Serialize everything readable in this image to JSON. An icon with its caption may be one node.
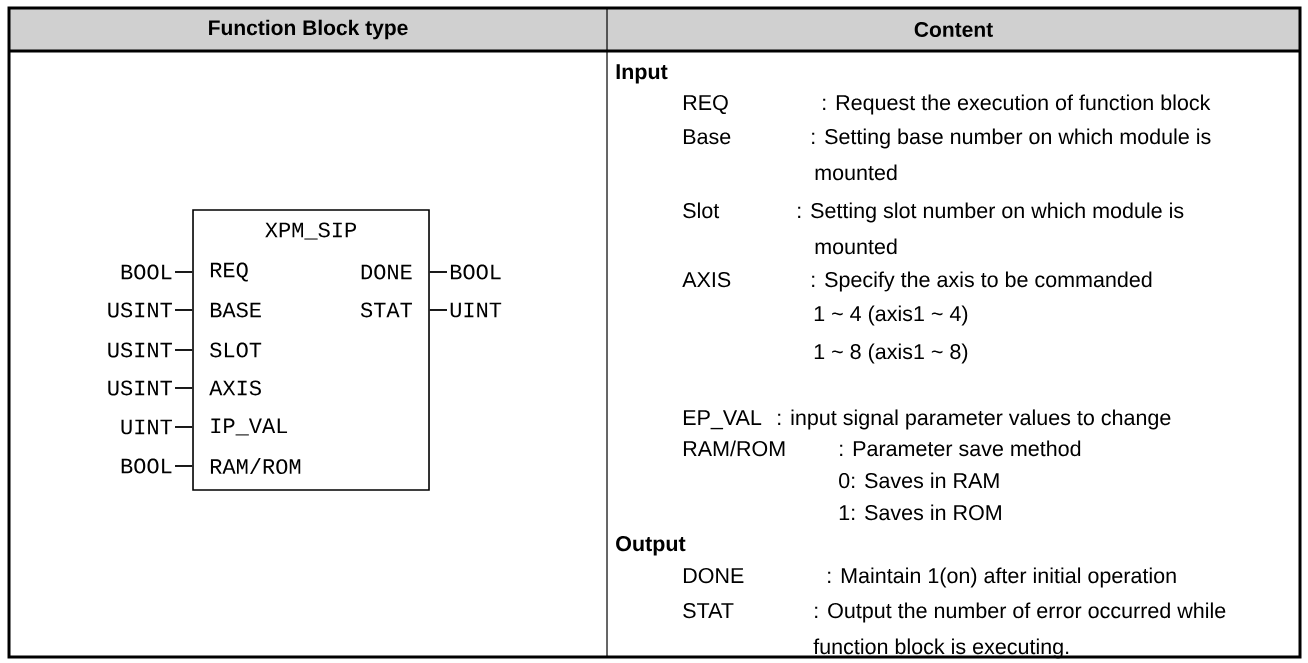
{
  "diagram": {
    "nodes": [
      {
        "text": [
          "XPM_SIP",
          "REQ",
          "BASE",
          "SLOT",
          "AXIS",
          "IP_VAL",
          "RAM/ROM",
          "DONE",
          "STAT"
        ]
      },
      {
        "text": [
          "BOOL"
        ]
      },
      {
        "text": [
          "USINT"
        ]
      },
      {
        "text": [
          "USINT"
        ]
      },
      {
        "text": [
          "USINT"
        ]
      },
      {
        "text": [
          "UINT"
        ]
      },
      {
        "text": [
          "BOOL"
        ]
      },
      {
        "text": [
          "BOOL"
        ]
      },
      {
        "text": [
          "UINT"
        ]
      }
    ],
    "edges": [
      {
        "from": 1,
        "to": 0,
        "arrow": "none"
      },
      {
        "from": 2,
        "to": 0,
        "arrow": "none"
      },
      {
        "from": 3,
        "to": 0,
        "arrow": "none"
      },
      {
        "from": 4,
        "to": 0,
        "arrow": "none"
      },
      {
        "from": 5,
        "to": 0,
        "arrow": "none"
      },
      {
        "from": 6,
        "to": 0,
        "arrow": "none"
      },
      {
        "from": 0,
        "to": 7,
        "arrow": "none"
      },
      {
        "from": 0,
        "to": 8,
        "arrow": "none"
      }
    ],
    "labels": [
      "Function Block type",
      "Content",
      "Input",
      "REQ",
      ": Request the execution of function block",
      "Base",
      ": Setting base number on which module is mounted",
      "Slot",
      ": Setting slot number on which module is mounted",
      "AXIS",
      ": Specify the axis to be commanded",
      "1 ~ 4 (axis1 ~ 4)",
      "1 ~ 8 (axis1 ~ 8)",
      "EP_VAL",
      ": input signal parameter values to change",
      "RAM/ROM",
      ": Parameter save method",
      "0: Saves in RAM",
      "1: Saves in ROM",
      "Output",
      "DONE",
      ": Maintain 1(on) after initial operation",
      "STAT",
      ": Output the number of error occurred while function block is executing."
    ]
  }
}
